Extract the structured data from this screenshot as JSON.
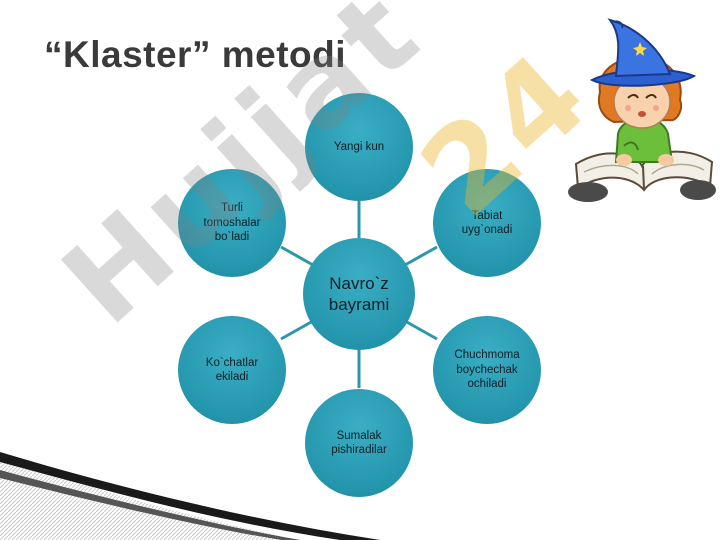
{
  "slide": {
    "title": "“Klaster” metodi"
  },
  "watermark": {
    "gray_text": "Hujjat",
    "accent_text": "24"
  },
  "cluster": {
    "center": "Navro`z\nbayrami",
    "nodes": [
      {
        "id": "top",
        "label": "Yangi kun"
      },
      {
        "id": "upper-right",
        "label": "Tabiat\nuyg`onadi"
      },
      {
        "id": "lower-right",
        "label": "Chuchmoma\nboychechak\nochiladi"
      },
      {
        "id": "bottom",
        "label": "Sumalak\npishiradilar"
      },
      {
        "id": "lower-left",
        "label": "Ko`chatlar\nekiladi"
      },
      {
        "id": "upper-left",
        "label": "Turli\ntomoshalar\nbo`ladi"
      }
    ]
  },
  "colors": {
    "node_fill": "#2496ad",
    "connector": "#2a97ad",
    "title": "#3a3a3a",
    "watermark_gray": "#808080",
    "watermark_accent": "#e9b428"
  },
  "icons": {
    "character": "reading-wizard-kid-icon",
    "corner_swoosh": "corner-swoosh-decoration"
  }
}
